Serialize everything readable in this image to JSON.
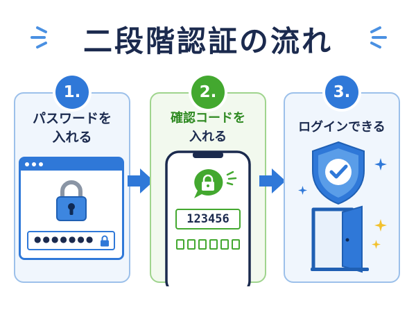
{
  "title": "二段階認証の流れ",
  "steps": [
    {
      "number": "1.",
      "label_line1": "パスワードを",
      "label_line2": "入れる",
      "icon": "lock-icon",
      "color": "#2f78d8"
    },
    {
      "number": "2.",
      "label_line1": "確認コードを",
      "label_line2": "入れる",
      "icon": "smartphone-icon",
      "color": "#43a82f",
      "code": "123456"
    },
    {
      "number": "3.",
      "label_line1": "ログインできる",
      "label_line2": "",
      "icon": "shield-check-icon",
      "color": "#2f78d8"
    }
  ],
  "password_mask": "●●●●●●●",
  "colors": {
    "title": "#1b2a4e",
    "blue": "#2f78d8",
    "green": "#43a82f",
    "gold": "#f2c12e"
  }
}
